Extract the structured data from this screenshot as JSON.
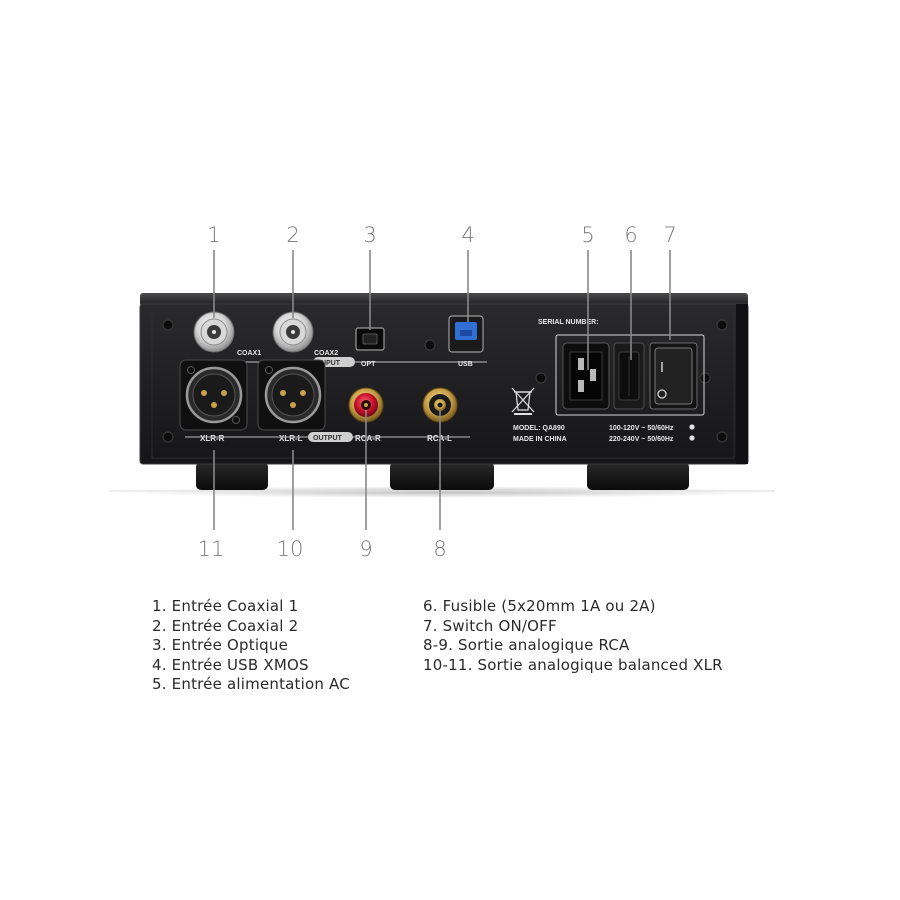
{
  "callouts": {
    "c1": "1",
    "c2": "2",
    "c3": "3",
    "c4": "4",
    "c5": "5",
    "c6": "6",
    "c7": "7",
    "c8": "8",
    "c9": "9",
    "c10": "10",
    "c11": "11"
  },
  "panel": {
    "coax1": "COAX1",
    "coax2": "COAX2",
    "input": "INPUT",
    "opt": "OPT",
    "usb": "USB",
    "serial": "SERIAL NUMBER:",
    "model": "MODEL: QA890",
    "made": "MADE IN CHINA",
    "volt1": "100-120V ~ 50/60Hz",
    "volt2": "220-240V ~ 50/60Hz",
    "xlr_r": "XLR-R",
    "xlr_l": "XLR-L",
    "output": "OUTPUT",
    "rca_r": "RCA-R",
    "rca_l": "RCA-L"
  },
  "legend": {
    "left": [
      "1. Entrée Coaxial 1",
      "2. Entrée Coaxial 2",
      "3. Entrée Optique",
      "4. Entrée USB XMOS",
      "5. Entrée alimentation AC"
    ],
    "right": [
      "6. Fusible (5x20mm 1A ou 2A)",
      "7. Switch ON/OFF",
      "8-9. Sortie analogique RCA",
      "10-11. Sortie analogique balanced XLR"
    ]
  },
  "colors": {
    "chassis": "#1c1c1e",
    "rca_red": "#c8102e",
    "rca_gold": "#c9a24a",
    "usb_blue": "#2f6fd6"
  }
}
